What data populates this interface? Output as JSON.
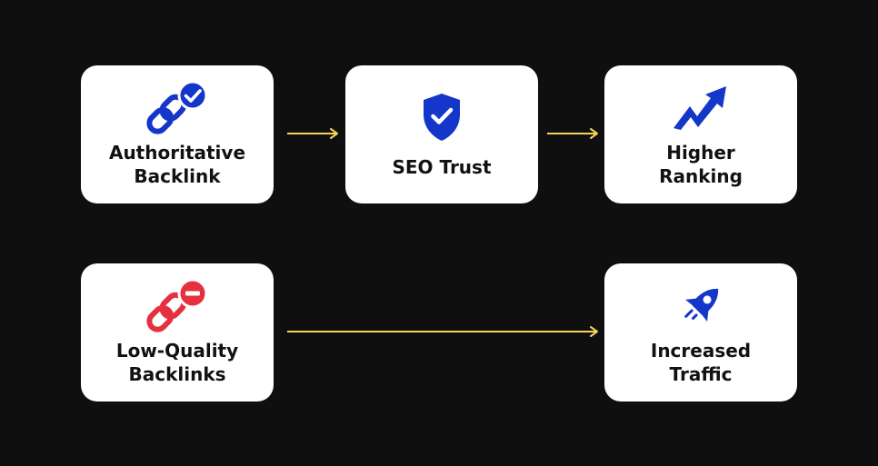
{
  "colors": {
    "background": "#0f0f0f",
    "card": "#ffffff",
    "icon_blue": "#1436c9",
    "icon_red": "#e5303f",
    "arrow": "#f3d55b"
  },
  "nodes": {
    "authoritative": {
      "label": "Authoritative\nBacklink",
      "icon": "link-check-icon"
    },
    "seo": {
      "label": "SEO Trust",
      "icon": "shield-check-icon"
    },
    "higher": {
      "label": "Higher\nRanking",
      "icon": "trend-up-arrow-icon"
    },
    "lowquality": {
      "label": "Low-Quality\nBacklinks",
      "icon": "link-minus-icon"
    },
    "traffic": {
      "label": "Increased\nTraffic",
      "icon": "rocket-icon"
    }
  },
  "edges": [
    {
      "from": "Authoritative Backlink",
      "to": "SEO Trust"
    },
    {
      "from": "SEO Trust",
      "to": "Higher Ranking"
    },
    {
      "from": "Low-Quality Backlinks",
      "to": "Increased Traffic"
    }
  ]
}
